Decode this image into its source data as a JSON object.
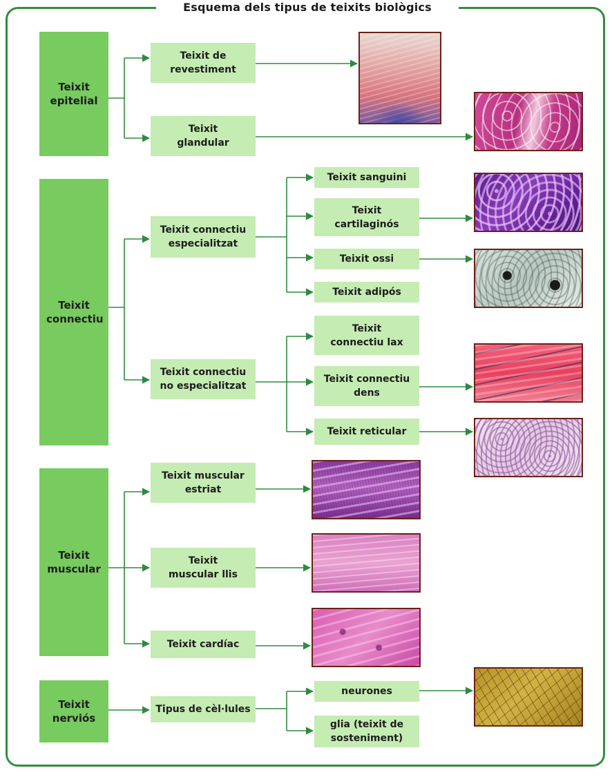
{
  "title": "Esquema dels tipus de teixits biològics",
  "categories": {
    "epitelial": "Teixit epitelial",
    "connectiu": "Teixit connectiu",
    "muscular": "Teixit muscular",
    "nervios": "Teixit nerviós"
  },
  "nodes": {
    "revestiment": "Teixit de revestiment",
    "glandular": "Teixit glandular",
    "especialitzat": "Teixit connectiu especialitzat",
    "no_especialitzat": "Teixit connectiu no especialitzat",
    "sanguini": "Teixit sanguini",
    "cartilaginos": "Teixit cartilaginós",
    "ossi": "Teixit ossi",
    "adipos": "Teixit adipós",
    "lax": "Teixit connectiu lax",
    "dens": "Teixit connectiu dens",
    "reticular": "Teixit reticular",
    "estriat": "Teixit muscular estriat",
    "llis": "Teixit muscular llis",
    "cardiac": "Teixit cardíac",
    "tipus_cellules": "Tipus de cèl·lules",
    "neurones": "neurones",
    "glia": "glia (teixit de sosteniment)"
  },
  "colors": {
    "frame": "#2f8f3b",
    "category_fill": "#78cb5f",
    "node_fill": "#c5ecb2",
    "connector": "#2e8b3d",
    "image_border": "#6b2018"
  }
}
